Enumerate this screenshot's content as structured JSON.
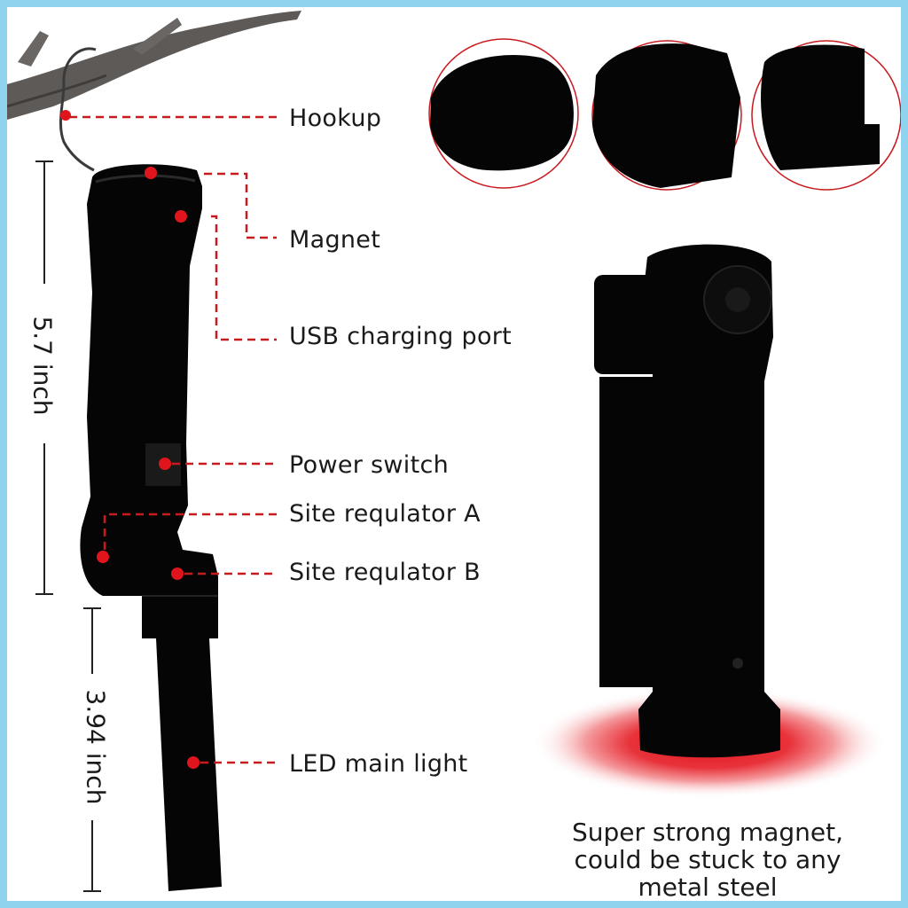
{
  "colors": {
    "border": "#8fd3ee",
    "accent_red": "#e0141c",
    "device": "#000000"
  },
  "callouts": {
    "hookup": "Hookup",
    "magnet": "Magnet",
    "usb_port": "USB charging port",
    "power_switch": "Power switch",
    "site_regulator_a": "Site requlator A",
    "site_regulator_b": "Site requlator B",
    "led_main_light": "LED main light"
  },
  "dimensions": {
    "upper_length": "5.7 inch",
    "lower_length": "3.94 inch"
  },
  "caption": {
    "line1": "Super strong magnet,",
    "line2": "could be stuck to any",
    "line3": "metal steel"
  }
}
